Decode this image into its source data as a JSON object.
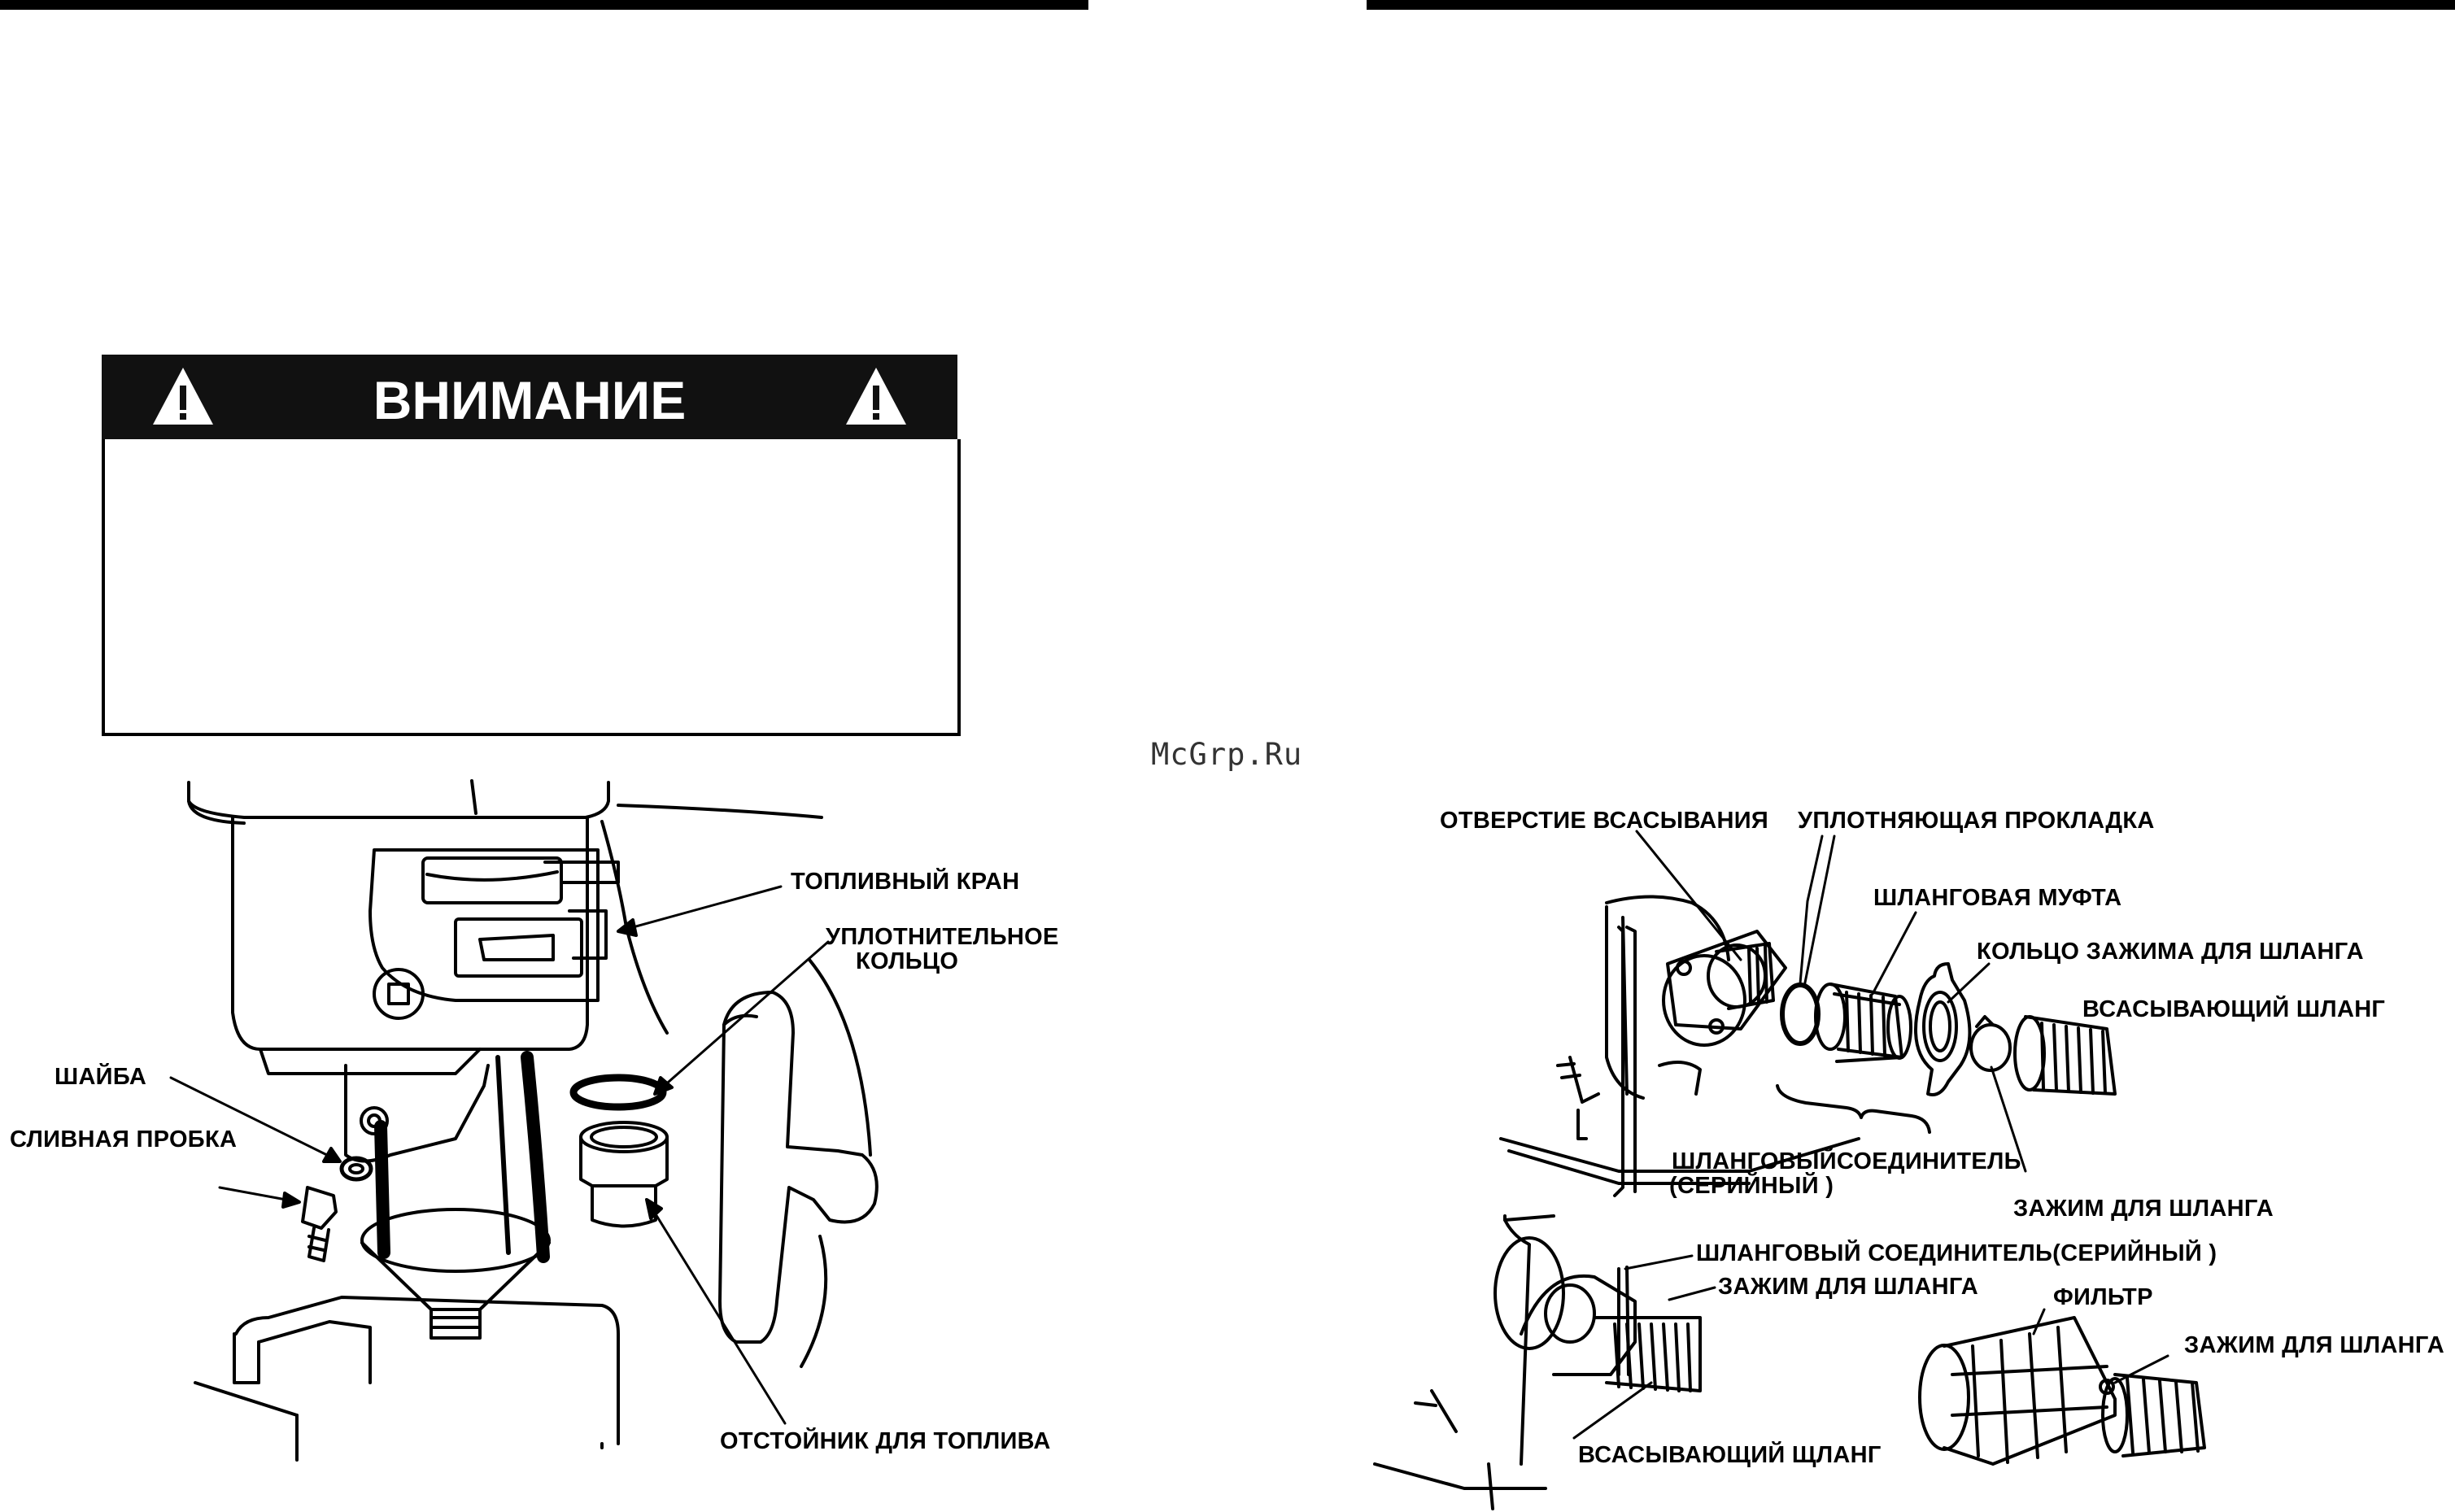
{
  "warning": {
    "title": "ВНИМАНИЕ",
    "icon": "warning-triangle-icon"
  },
  "watermark": "McGrp.Ru",
  "left_figure": {
    "fuel_valve": "ТОПЛИВНЫЙ КРАН",
    "o_ring_line1": "УПЛОТНИТЕЛЬНОЕ",
    "o_ring_line2": "КОЛЬЦО",
    "washer": "ШАЙБА",
    "drain_plug": "СЛИВНАЯ ПРОБКА",
    "sediment_cup": "ОТСТОЙНИК ДЛЯ ТОПЛИВА"
  },
  "right_figure": {
    "suction_port": "ОТВЕРСТИЕ ВСАСЫВАНИЯ",
    "sealing_gasket": "УПЛОТНЯЮЩАЯ ПРОКЛАДКА",
    "hose_coupling": "ШЛАНГОВАЯ МУФТА",
    "hose_clamp_ring": "КОЛЬЦО ЗАЖИМА ДЛЯ ШЛАНГА",
    "suction_hose": "ВСАСЫВАЮЩИЙ ШЛАНГ",
    "hose_connector_line1": "ШЛАНГОВЫЙСОЕДИНИТЕЛЬ",
    "hose_connector_line2": "(СЕРИЙНЫЙ )",
    "hose_clamp": "ЗАЖИМ ДЛЯ ШЛАНГА",
    "hose_connector_serial": "ШЛАНГОВЫЙ СОЕДИНИТЕЛЬ(СЕРИЙНЫЙ )",
    "hose_clamp_2": "ЗАЖИМ ДЛЯ ШЛАНГА",
    "strainer": "ФИЛЬТР",
    "hose_clamp_3": "ЗАЖИМ ДЛЯ ШЛАНГА",
    "suction_hose_2": "ВСАСЫВАЮЩИЙ ЩЛАНГ"
  }
}
